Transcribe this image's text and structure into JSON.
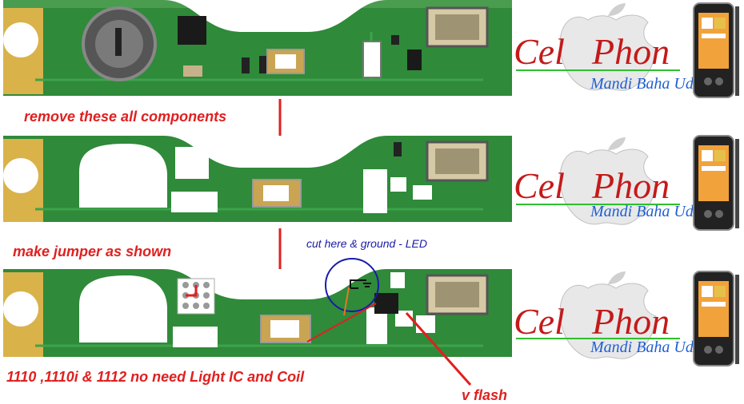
{
  "annotations": {
    "step1": "remove these all components",
    "step2": "make jumper as shown",
    "cut_note": "cut here & ground  - LED",
    "models_note": "1110 ,1110i & 1112 no need Light IC and Coil",
    "flash_label": "v flash"
  },
  "logo": {
    "word1": "Cel",
    "word2": "Phon",
    "author": "Mandi Baha Uddin"
  },
  "colors": {
    "pcb": "#2f8a3a",
    "pcb_trace": "#3ea34a",
    "gold": "#d9b24a",
    "annotation_red": "#e02020",
    "annotation_blue": "#1a1aa8",
    "logo_red": "#c41a1a",
    "logo_blue": "#1f5fd1"
  }
}
